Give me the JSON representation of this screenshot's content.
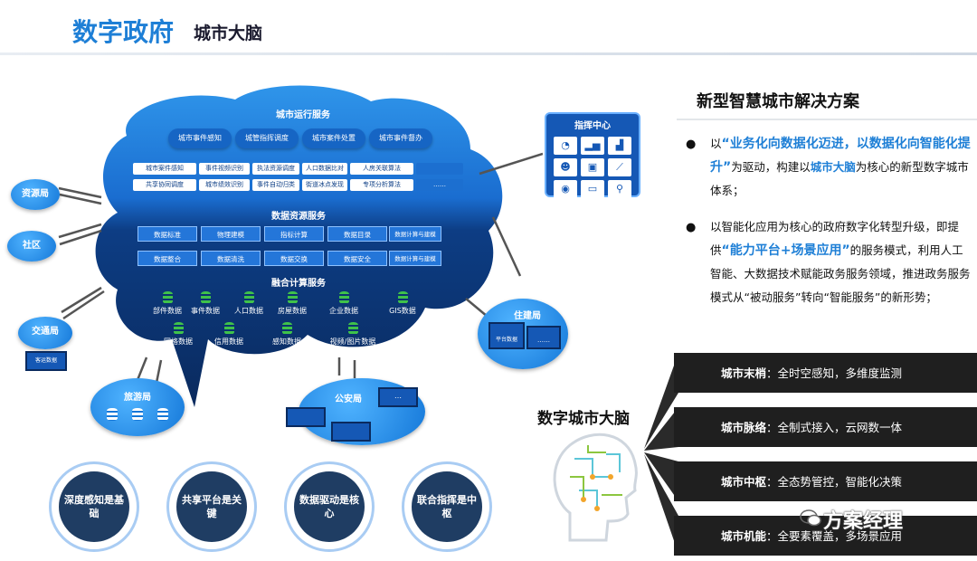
{
  "header": {
    "title_main": "数字政府",
    "title_sub": "城市大脑"
  },
  "cloud": {
    "ops_title": "城市运行服务",
    "ops_pills": [
      "城市事件感知",
      "城管指挥调度",
      "城市案件处置",
      "城市事件督办"
    ],
    "ops_row1": [
      "城市案件感知",
      "事件视频识别",
      "执法资源调度",
      "人口数据比对",
      "人房关联算法",
      ""
    ],
    "ops_row2": [
      "共享协同调度",
      "城市绩效识别",
      "事件自动归类",
      "街道冰点发现",
      "专项分析算法",
      "……"
    ],
    "data_title": "数据资源服务",
    "data_row1": [
      "数据标准",
      "物理建模",
      "指标计算",
      "数据目录",
      "数据计算与建模"
    ],
    "data_row2": [
      "数据整合",
      "数据清洗",
      "数据交换",
      "数据安全",
      "数据计算与建模"
    ],
    "fusion_title": "融合计算服务",
    "fusion_row1": [
      "部件数据",
      "事件数据",
      "人口数据",
      "房屋数据",
      "企业数据",
      "GIS数据"
    ],
    "fusion_row2": [
      "网格数据",
      "信用数据",
      "感知数据",
      "视频/图片数据"
    ]
  },
  "bubbles": {
    "resource": "资源局",
    "community": "社区",
    "transport": "交通局",
    "transport_card": "客运数据",
    "tourism": "旅游局",
    "police": "公安局",
    "police_dots": "…",
    "housing": "住建局",
    "housing_card1": "平台数据",
    "housing_card2": "……"
  },
  "command_center": {
    "title": "指挥中心",
    "icons": [
      "pie-chart-icon",
      "bar-chart-icon",
      "stats-chart-icon",
      "people-icon",
      "person-card-icon",
      "line-chart-icon",
      "compass-icon",
      "camera-icon",
      "magnifier-icon"
    ]
  },
  "right": {
    "title": "新型智慧城市解决方案",
    "b1_pre": "以",
    "b1_hl": "“业务化向数据化迈进，以数据化向智能化提升”",
    "b1_mid": "为驱动，构建以",
    "b1_hl2": "城市大脑",
    "b1_post": "为核心的新型数字城市体系；",
    "b2_pre": "以智能化应用为核心的政府数字化转型升级，即提供",
    "b2_hl": "“能力平台+场景应用”",
    "b2_post": "的服务模式，利用人工智能、大数据技术赋能政务服务领域，推进政务服务模式从“被动服务”转向“智能服务”的新形势；"
  },
  "brain": {
    "title": "数字城市大脑",
    "bars": [
      {
        "label": "城市末梢",
        "text": "：全时空感知，多维度监测"
      },
      {
        "label": "城市脉络",
        "text": "：全制式接入，云网数一体"
      },
      {
        "label": "城市中枢",
        "text": "：全态势管控，智能化决策"
      },
      {
        "label": "城市机能",
        "text": "：全要素覆盖，多场景应用"
      }
    ]
  },
  "circles": [
    "深度感知是基础",
    "共享平台是关键",
    "数据驱动是核心",
    "联合指挥是中枢"
  ],
  "watermark": "方案经理",
  "colors": {
    "accent": "#1e7fd6",
    "bar_dark": "#1b1b1b",
    "cloud_dark": "#0b2e6b"
  }
}
